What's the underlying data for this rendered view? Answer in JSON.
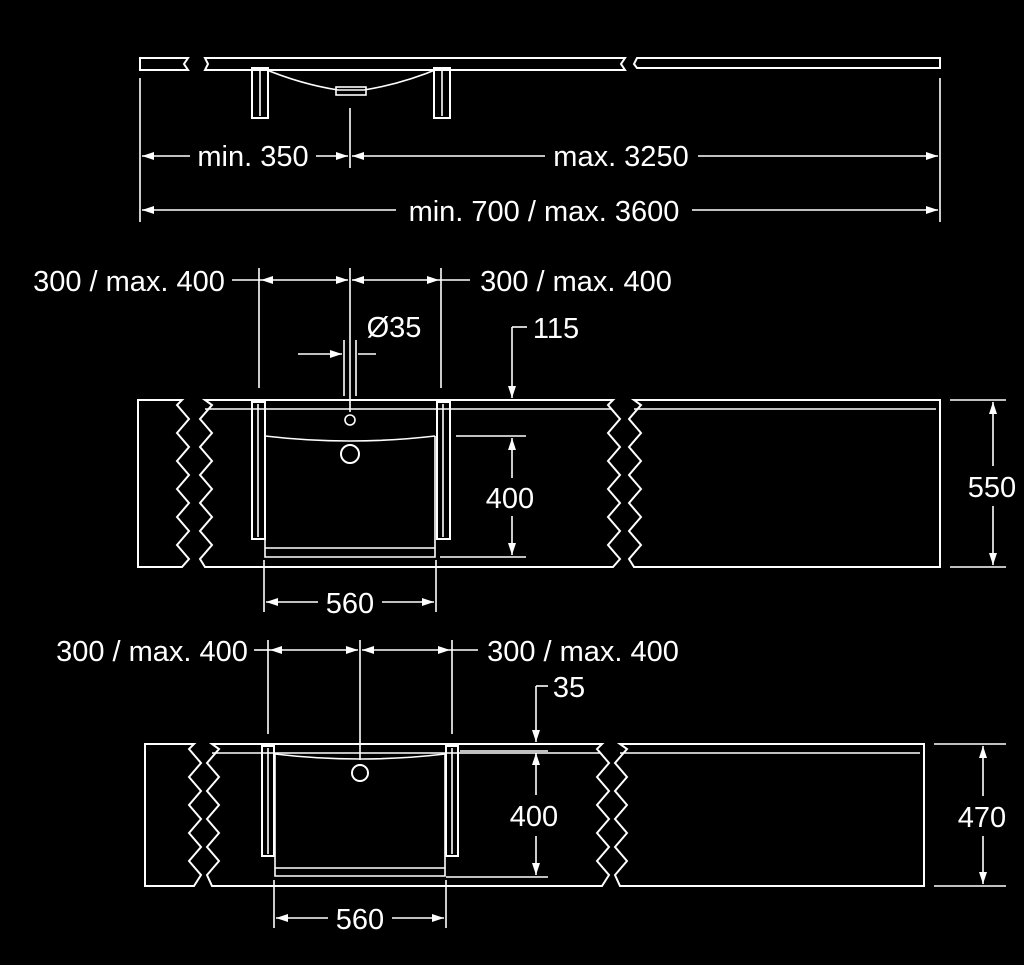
{
  "colors": {
    "background": "#000000",
    "foreground": "#ffffff"
  },
  "top_view": {
    "dims": {
      "left": "min. 350",
      "right": "max. 3250",
      "total": "min. 700 / max. 3600"
    }
  },
  "middle_view": {
    "dims": {
      "left_offset": "300 / max. 400",
      "right_offset": "300 / max. 400",
      "diameter": "Ø35",
      "from_top": "115",
      "height": "400",
      "width": "560",
      "depth": "550"
    }
  },
  "bottom_view": {
    "dims": {
      "left_offset": "300 / max. 400",
      "right_offset": "300 / max. 400",
      "from_top": "35",
      "height": "400",
      "width": "560",
      "depth": "470"
    }
  }
}
